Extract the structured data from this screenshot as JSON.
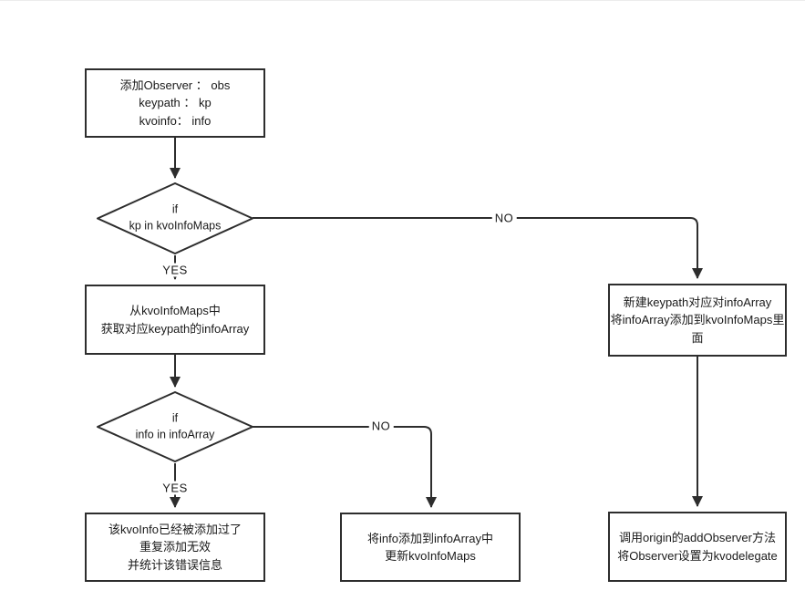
{
  "diagram": {
    "background_color": "#ffffff",
    "line_color": "#2d2d2d",
    "text_color": "#1a1a1a",
    "nodes": {
      "start": {
        "lines": [
          "添加Observer ： obs",
          "keypath ： kp",
          "kvoinfo： info"
        ]
      },
      "decision_kp_in_maps": {
        "lines": [
          "if",
          "kp in kvoInfoMaps"
        ]
      },
      "get_info_array": {
        "lines": [
          "从kvoInfoMaps中",
          "获取对应keypath的infoArray"
        ]
      },
      "decision_info_in_array": {
        "lines": [
          "if",
          "info in infoArray"
        ]
      },
      "duplicate_error": {
        "lines": [
          "该kvoInfo已经被添加过了",
          "重复添加无效",
          "并统计该错误信息"
        ]
      },
      "append_info": {
        "lines": [
          "将info添加到infoArray中",
          "更新kvoInfoMaps"
        ]
      },
      "new_keypath_array": {
        "lines": [
          "新建keypath对应对infoArray",
          "将infoArray添加到kvoInfoMaps里",
          "面"
        ]
      },
      "call_origin": {
        "lines": [
          "调用origin的addObserver方法",
          "将Observer设置为kvodelegate"
        ]
      }
    },
    "edge_labels": {
      "decision1_yes": "YES",
      "decision1_no": "NO",
      "decision2_yes": "YES",
      "decision2_no": "NO"
    }
  }
}
